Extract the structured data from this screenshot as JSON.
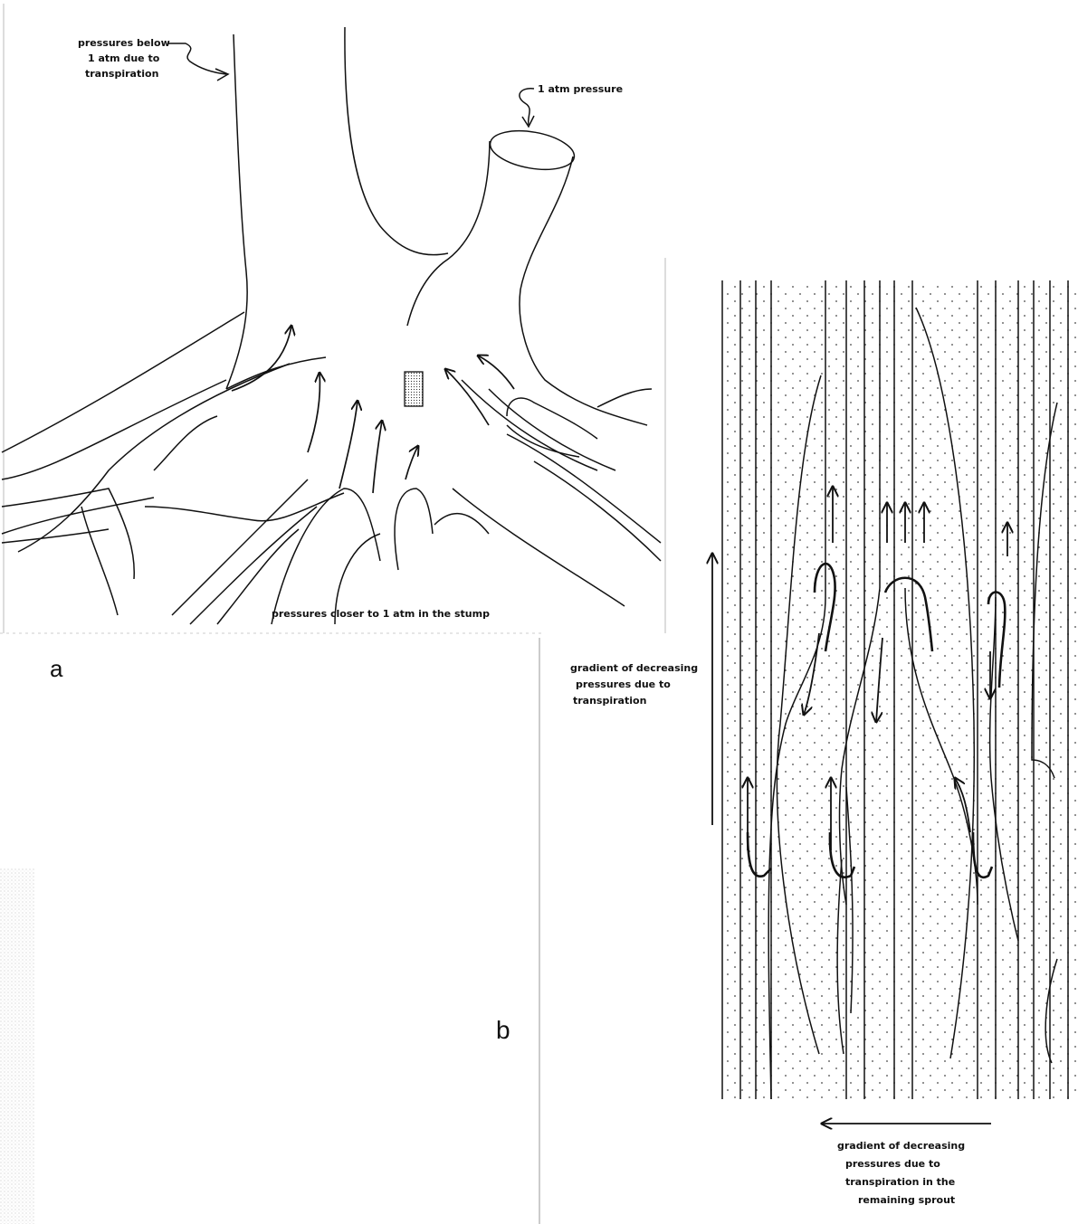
{
  "panel_a": {
    "letter": "a",
    "label_transpiration": [
      "pressures below",
      "1 atm due to",
      "transpiration"
    ],
    "label_cut": "1 atm pressure",
    "label_stump": "pressures closer to 1 atm in the stump"
  },
  "panel_b": {
    "letter": "b",
    "label_vertical_gradient": [
      "gradient of decreasing",
      "pressures due to",
      "transpiration"
    ],
    "label_horizontal_gradient": [
      "gradient of decreasing",
      "pressures due to",
      "transpiration in the",
      "remaining sprout"
    ]
  },
  "colors": {
    "ink": "#111111",
    "stipple": "#555555",
    "paper": "#ffffff"
  }
}
